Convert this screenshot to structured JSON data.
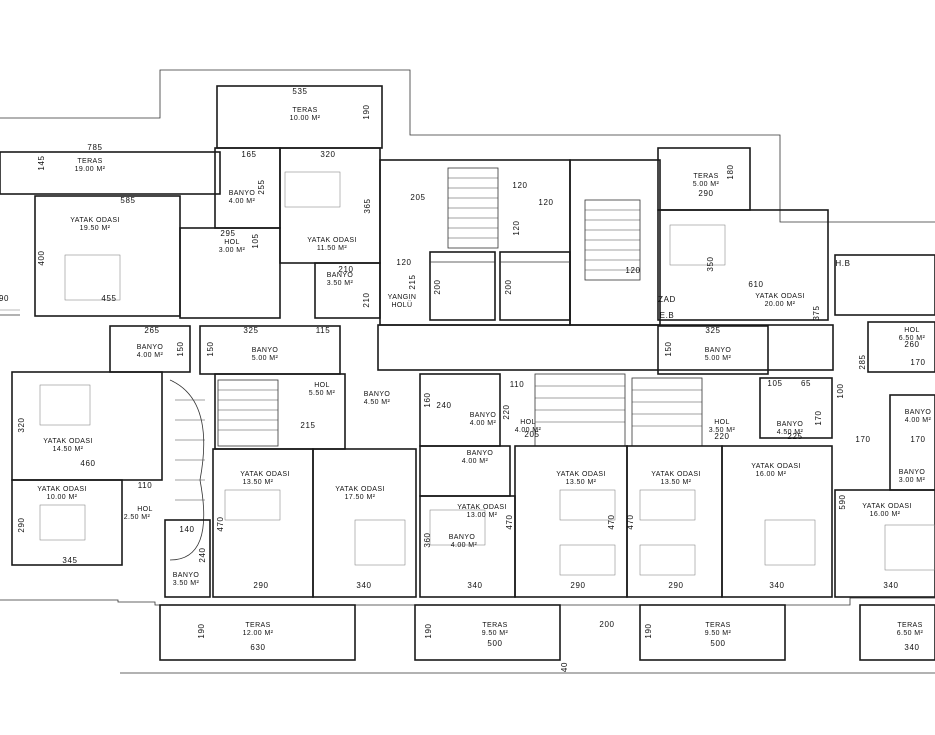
{
  "rooms": [
    {
      "name": "TERAS",
      "area": "10.00 M²"
    },
    {
      "name": "TERAS",
      "area": "19.00 M²"
    },
    {
      "name": "YATAK ODASI",
      "area": "19.50 M²"
    },
    {
      "name": "BANYO",
      "area": "4.00 M²"
    },
    {
      "name": "HOL",
      "area": "3.00 M²"
    },
    {
      "name": "YATAK ODASI",
      "area": "11.50 M²"
    },
    {
      "name": "BANYO",
      "area": "3.50 M²"
    },
    {
      "name": "YANGIN",
      "area": "HOLÜ"
    },
    {
      "name": "TERAS",
      "area": "5.00 M²"
    },
    {
      "name": "YATAK ODASI",
      "area": "20.00 M²"
    },
    {
      "name": "BANYO",
      "area": "4.00 M²"
    },
    {
      "name": "BANYO",
      "area": "5.00 M²"
    },
    {
      "name": "HOL",
      "area": "5.50 M²"
    },
    {
      "name": "BANYO",
      "area": "4.50 M²"
    },
    {
      "name": "BANYO",
      "area": "4.00 M²"
    },
    {
      "name": "HOL",
      "area": "4.00 M²"
    },
    {
      "name": "BANYO",
      "area": "5.00 M²"
    },
    {
      "name": "HOL",
      "area": "6.50 M²"
    },
    {
      "name": "BANYO",
      "area": "4.00 M²"
    },
    {
      "name": "YATAK ODASI",
      "area": "14.50 M²"
    },
    {
      "name": "YATAK ODASI",
      "area": "10.00 M²"
    },
    {
      "name": "HOL",
      "area": "2.50 M²"
    },
    {
      "name": "BANYO",
      "area": "3.50 M²"
    },
    {
      "name": "YATAK ODASI",
      "area": "13.50 M²"
    },
    {
      "name": "YATAK ODASI",
      "area": "17.50 M²"
    },
    {
      "name": "BANYO",
      "area": "4.00 M²"
    },
    {
      "name": "YATAK ODASI",
      "area": "13.00 M²"
    },
    {
      "name": "BANYO",
      "area": "4.00 M²"
    },
    {
      "name": "YATAK ODASI",
      "area": "13.50 M²"
    },
    {
      "name": "YATAK ODASI",
      "area": "13.50 M²"
    },
    {
      "name": "HOL",
      "area": "3.50 M²"
    },
    {
      "name": "BANYO",
      "area": "4.50 M²"
    },
    {
      "name": "YATAK ODASI",
      "area": "16.00 M²"
    },
    {
      "name": "BANYO",
      "area": "3.00 M²"
    },
    {
      "name": "YATAK ODASI",
      "area": "16.00 M²"
    },
    {
      "name": "TERAS",
      "area": "12.00 M²"
    },
    {
      "name": "TERAS",
      "area": "9.50 M²"
    },
    {
      "name": "TERAS",
      "area": "9.50 M²"
    },
    {
      "name": "TERAS",
      "area": "6.50 M²"
    }
  ],
  "dimensions": [
    "535",
    "190",
    "785",
    "145",
    "585",
    "165",
    "320",
    "255",
    "295",
    "105",
    "365",
    "205",
    "120",
    "120",
    "215",
    "200",
    "200",
    "210",
    "210",
    "120",
    "120",
    "120",
    "290",
    "180",
    "350",
    "610",
    "375",
    "ZAD",
    "E.B",
    "H.B",
    "260",
    "285",
    "400",
    "455",
    "90",
    "265",
    "150",
    "325",
    "115",
    "150",
    "325",
    "150",
    "105",
    "65",
    "170",
    "240",
    "110",
    "160",
    "220",
    "205",
    "215",
    "220",
    "225",
    "170",
    "100",
    "170",
    "320",
    "460",
    "110",
    "290",
    "345",
    "140",
    "240",
    "470",
    "290",
    "340",
    "360",
    "340",
    "470",
    "470",
    "290",
    "470",
    "290",
    "340",
    "590",
    "340",
    "200",
    "190",
    "630",
    "190",
    "500",
    "190",
    "500",
    "340",
    "40",
    "170"
  ]
}
